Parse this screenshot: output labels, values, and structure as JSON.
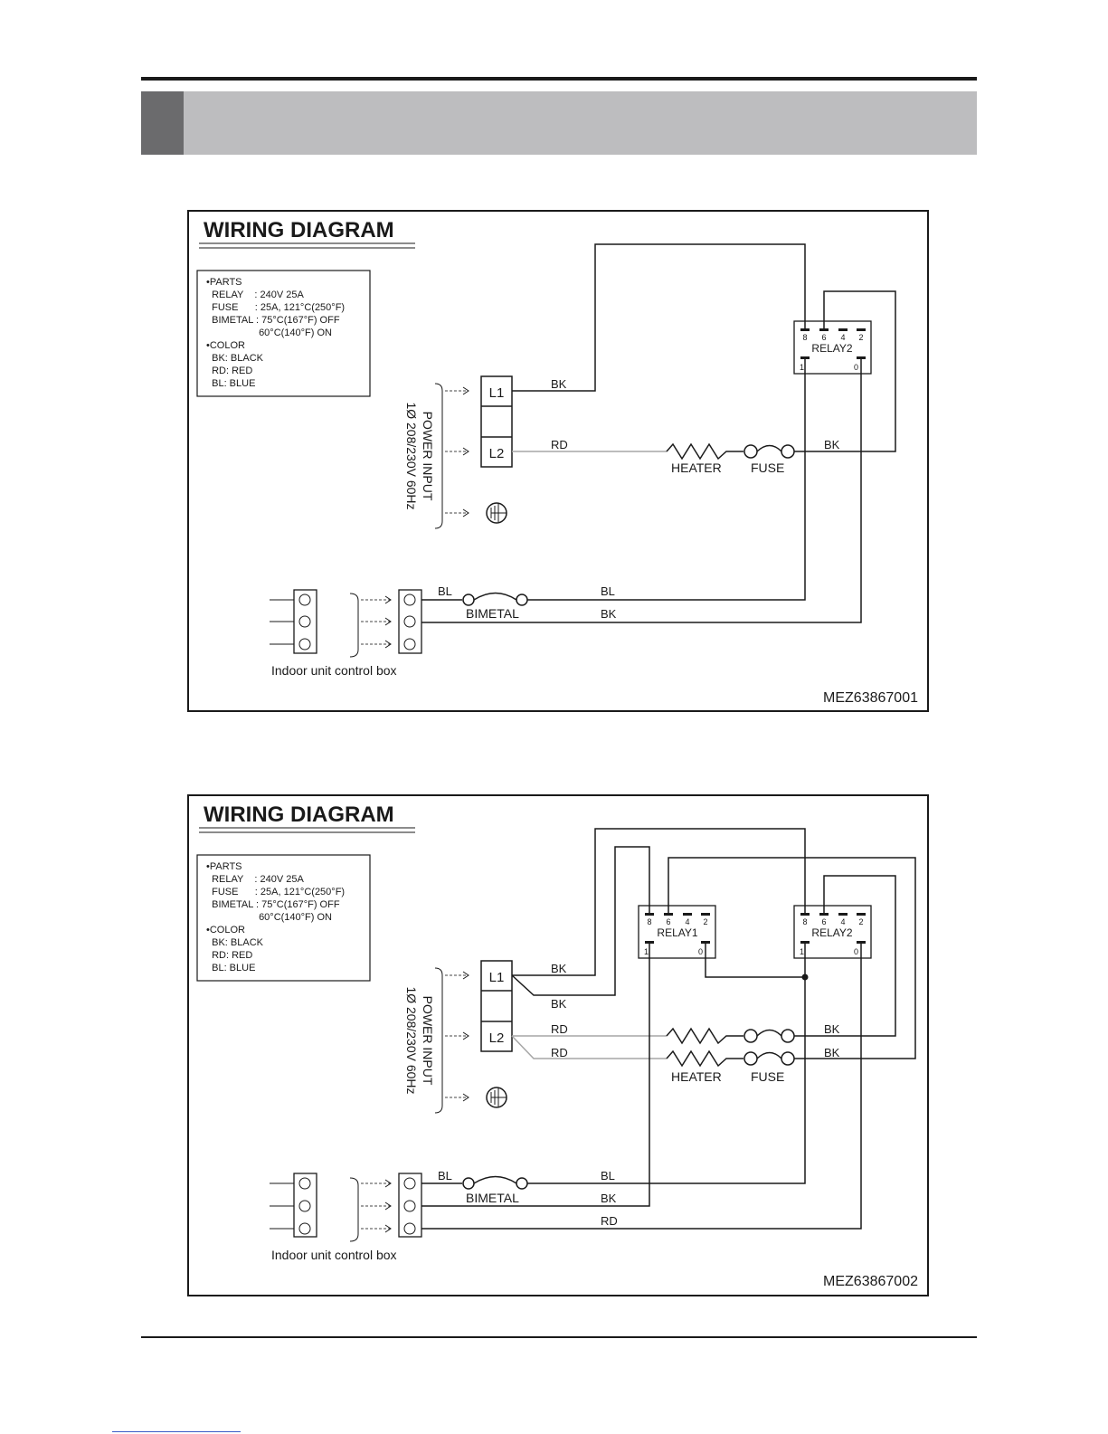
{
  "diagrams": [
    {
      "title": "WIRING DIAGRAM",
      "parts_list": [
        "•PARTS",
        "  RELAY    : 240V 25A",
        "  FUSE      : 25A, 121°C(250°F)",
        "  BIMETAL : 75°C(167°F) OFF",
        "                   60°C(140°F) ON",
        "•COLOR",
        "  BK: BLACK",
        "  RD: RED",
        "  BL: BLUE"
      ],
      "power_input": [
        "POWER INPUT",
        "1Ø 208/230V 60Hz"
      ],
      "terminals": [
        "L1",
        "L2"
      ],
      "relays": [
        {
          "name": "RELAY2",
          "pins_top": [
            "8",
            "6",
            "4",
            "2"
          ],
          "pins_bottom": [
            "1",
            "0"
          ]
        }
      ],
      "wire_labels": {
        "l1": "BK",
        "l2": "RD",
        "heater_out": "BK",
        "ctrl_bl_left": "BL",
        "ctrl_bl": "BL",
        "ctrl_bk": "BK"
      },
      "components": {
        "heater": "HEATER",
        "fuse": "FUSE",
        "bimetal": "BIMETAL"
      },
      "control_box_label": "Indoor unit control box",
      "part_number": "MEZ63867001"
    },
    {
      "title": "WIRING DIAGRAM",
      "parts_list": [
        "•PARTS",
        "  RELAY    : 240V 25A",
        "  FUSE      : 25A, 121°C(250°F)",
        "  BIMETAL : 75°C(167°F) OFF",
        "                   60°C(140°F) ON",
        "•COLOR",
        "  BK: BLACK",
        "  RD: RED",
        "  BL: BLUE"
      ],
      "power_input": [
        "POWER INPUT",
        "1Ø 208/230V 60Hz"
      ],
      "terminals": [
        "L1",
        "L2"
      ],
      "relays": [
        {
          "name": "RELAY1",
          "pins_top": [
            "8",
            "6",
            "4",
            "2"
          ],
          "pins_bottom": [
            "1",
            "0"
          ]
        },
        {
          "name": "RELAY2",
          "pins_top": [
            "8",
            "6",
            "4",
            "2"
          ],
          "pins_bottom": [
            "1",
            "0"
          ]
        }
      ],
      "wire_labels": {
        "l1_a": "BK",
        "l1_b": "BK",
        "l2_a": "RD",
        "l2_b": "RD",
        "heater_out_a": "BK",
        "heater_out_b": "BK",
        "ctrl_bl_left": "BL",
        "ctrl_bl": "BL",
        "ctrl_bk": "BK",
        "ctrl_rd": "RD"
      },
      "components": {
        "heater": "HEATER",
        "fuse": "FUSE",
        "bimetal": "BIMETAL"
      },
      "control_box_label": "Indoor unit control box",
      "part_number": "MEZ63867002"
    }
  ]
}
